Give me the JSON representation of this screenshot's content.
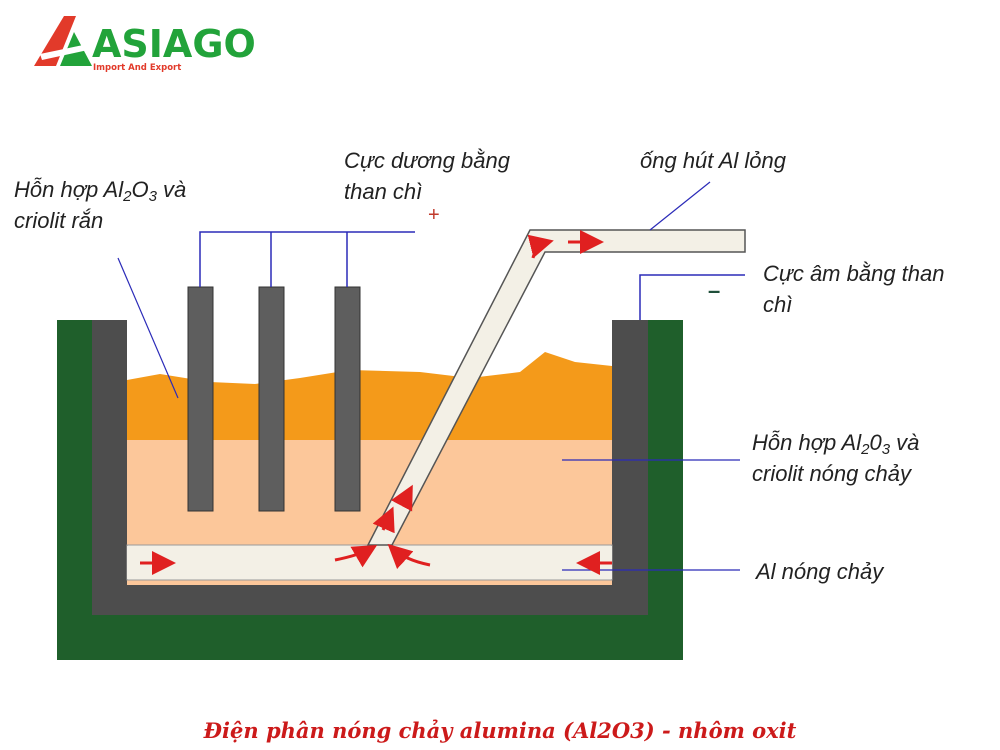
{
  "logo": {
    "name": "ASIAGO",
    "tagline": "Import And Export",
    "colors": {
      "red": "#e23a2a",
      "green": "#22a33a"
    }
  },
  "labels": {
    "solid_mix": {
      "l1a": "Hỗn hợp Al",
      "sub1": "2",
      "l1b": "O",
      "sub2": "3",
      "l1c": " và",
      "l2": "criolit rắn"
    },
    "anode": {
      "l1": "Cực dương bằng",
      "l2": "than chì"
    },
    "tube": {
      "l1": "ống hút Al lỏng"
    },
    "cathode": {
      "l1": "Cực âm bằng than",
      "l2": "chì"
    },
    "molten_mix": {
      "l1a": "Hỗn hợp  Al",
      "sub1": "2",
      "l1b": "0",
      "sub2": "3",
      "l1c": "   và",
      "l2": "criolit nóng chảy"
    },
    "molten_al": {
      "l1": "Al nóng chảy"
    },
    "plus_sign": "+",
    "minus_sign": "–"
  },
  "caption": "Điện phân nóng chảy alumina (Al2O3) - nhôm oxit",
  "colors": {
    "outer_shell": "#1f5f2b",
    "lining": "#4d4d4d",
    "solid_crust": "#f49a1a",
    "molten_mix": "#fcc79a",
    "molten_al": "#f3f0e6",
    "electrode": "#5e5e5e",
    "wire": "#2b2bb8",
    "arrow": "#e02020",
    "caption": "#cc1a1a"
  }
}
